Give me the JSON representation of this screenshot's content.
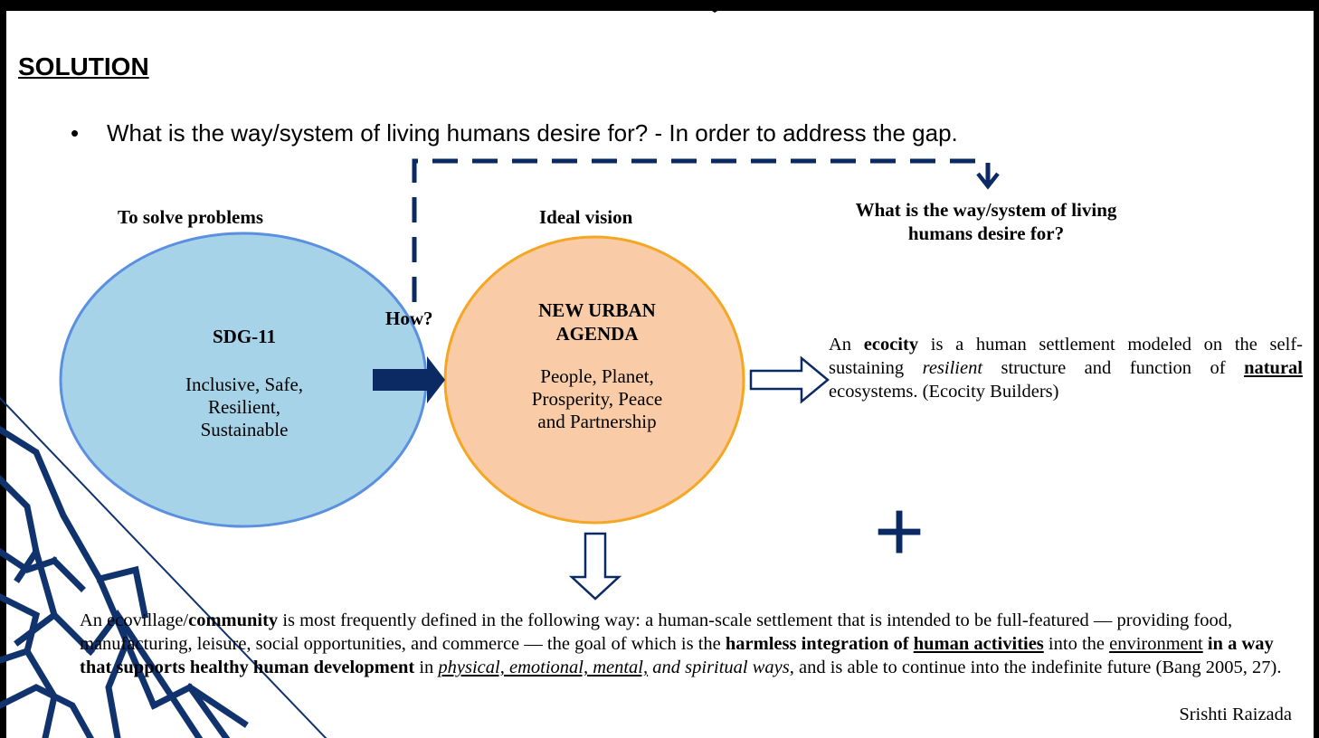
{
  "heading": "SOLUTION",
  "bullet": "What is the way/system of living humans desire for? - In order to address the gap.",
  "diagram": {
    "label_left": "To solve problems",
    "label_center": "Ideal vision",
    "label_right_line1": "What is the way/system of living",
    "label_right_line2": "humans desire for?",
    "how_label": "How?",
    "circle_left": {
      "title": "SDG-11",
      "line1": "Inclusive, Safe,",
      "line2": "Resilient,",
      "line3": "Sustainable",
      "fill": "#a7d3e8",
      "stroke": "#5b8fe0"
    },
    "circle_right": {
      "title_line1": "NEW URBAN",
      "title_line2": "AGENDA",
      "line1": "People, Planet,",
      "line2": "Prosperity, Peace",
      "line3": "and Partnership",
      "fill": "#f9cba6",
      "stroke": "#f5a623"
    },
    "ecocity": {
      "p1": "An ",
      "b1": "ecocity",
      "p2": " is a human settlement modeled on the self-sustaining ",
      "i1": "resilient",
      "p3": " structure and function of ",
      "bu1": "natural",
      "p4": " ecosystems. (Ecocity Builders)"
    },
    "plus": "+",
    "ecovillage": {
      "p1": "An ecovillage/",
      "b1": "community",
      "p2": " is most frequently defined in the following way: a human-scale settlement that is intended to be full-featured — providing food, manufacturing, leisure, social opportunities, and commerce — the goal of which is the ",
      "b2": "harmless integration of ",
      "bu1": "human activities",
      "p3": " into the ",
      "u1": "environment",
      "b3": " in a way that supports healthy human development",
      "p4": " in ",
      "iu1": "physical, emotional, mental,",
      "i1": " and spiritual ways",
      "p5": ", and is able to continue into the indefinite future (Bang 2005, 27)."
    },
    "signature": "Srishti Raizada",
    "accent": "#0b2a63"
  }
}
